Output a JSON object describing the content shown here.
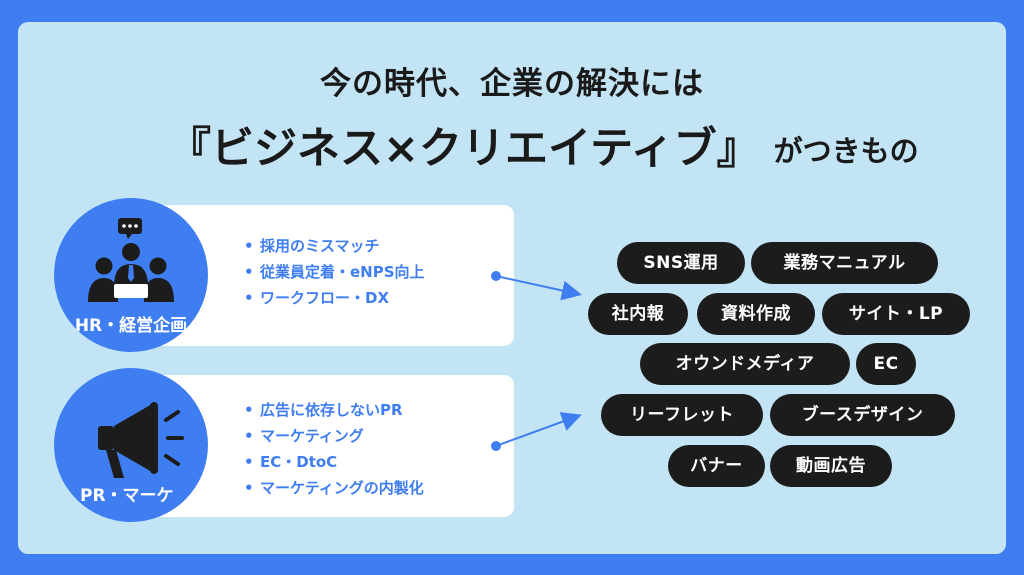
{
  "headline": {
    "line1": "今の時代、企業の解決には",
    "highlight": "『ビジネス×クリエイティブ』",
    "suffix": "がつきもの"
  },
  "sections": [
    {
      "label": "HR・経営企画",
      "icon": "meeting-people-icon",
      "items": [
        "採用のミスマッチ",
        "従業員定着・eNPS向上",
        "ワークフロー・DX"
      ]
    },
    {
      "label": "PR・マーケ",
      "icon": "megaphone-icon",
      "items": [
        "広告に依存しないPR",
        "マーケティング",
        "EC・DtoC",
        "マーケティングの内製化"
      ]
    }
  ],
  "bullet": "•",
  "tags": [
    "SNS運用",
    "業務マニュアル",
    "社内報",
    "資料作成",
    "サイト・LP",
    "オウンドメディア",
    "EC",
    "リーフレット",
    "ブースデザイン",
    "バナー",
    "動画広告"
  ],
  "colors": {
    "frame": "#3f7ef0",
    "panel": "#c3e4f4",
    "highlight": "#fbef7a",
    "tag": "#1c1c1c",
    "accent_text": "#3f7ef0"
  }
}
